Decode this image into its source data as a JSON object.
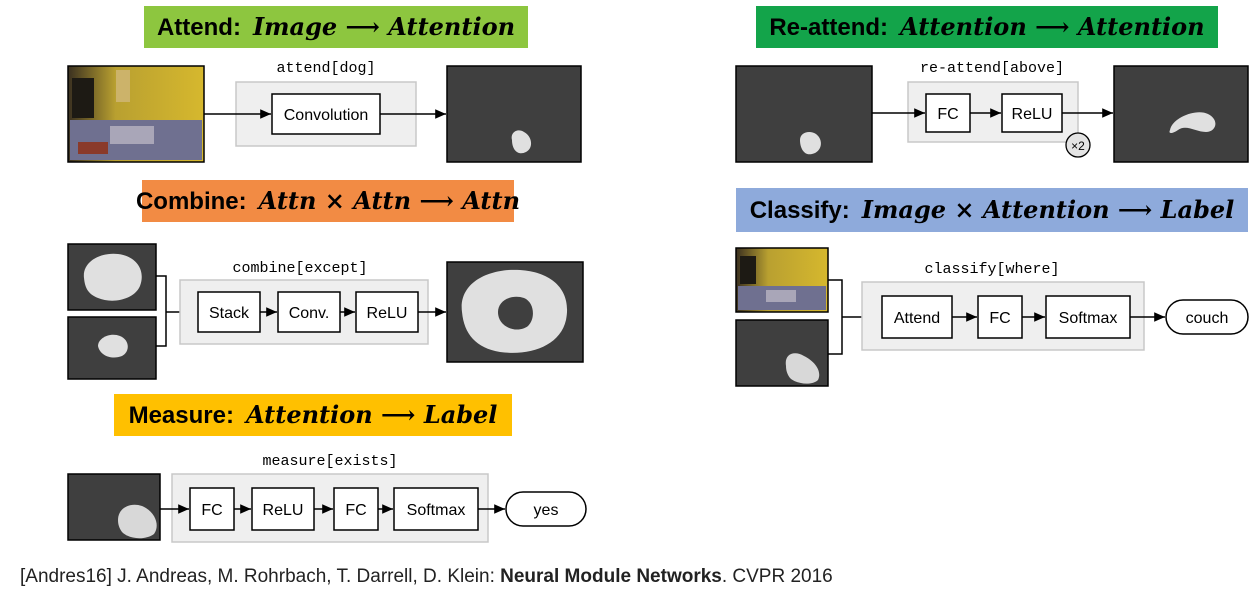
{
  "colors": {
    "attend": "#8dc63f",
    "reattend": "#13a44a",
    "combine": "#f28b44",
    "classify": "#8eaadb",
    "measure": "#ffc000",
    "mask_bg": "#3f3f3f",
    "mask_fg": "#e0e0e0",
    "panel": "#efefef"
  },
  "modules": {
    "attend": {
      "title_lead": "Attend:",
      "title_math": "Image ⟶ Attention",
      "instance": "attend[dog]",
      "blocks": [
        "Convolution"
      ]
    },
    "reattend": {
      "title_lead": "Re-attend:",
      "title_math": "Attention ⟶ Attention",
      "instance": "re-attend[above]",
      "blocks": [
        "FC",
        "ReLU"
      ],
      "repeat": "×2"
    },
    "combine": {
      "title_lead": "Combine:",
      "title_math": "Attn × Attn ⟶ Attn",
      "instance": "combine[except]",
      "blocks": [
        "Stack",
        "Conv.",
        "ReLU"
      ]
    },
    "classify": {
      "title_lead": "Classify:",
      "title_math": "Image × Attention  ⟶ Label",
      "instance": "classify[where]",
      "blocks": [
        "Attend",
        "FC",
        "Softmax"
      ],
      "output": "couch"
    },
    "measure": {
      "title_lead": "Measure:",
      "title_math": "Attention ⟶ Label",
      "instance": "measure[exists]",
      "blocks": [
        "FC",
        "ReLU",
        "FC",
        "Softmax"
      ],
      "output": "yes"
    }
  },
  "citation": {
    "prefix": "[Andres16] J. Andreas, M. Rohrbach, T. Darrell, D. Klein: ",
    "title": "Neural Module Networks",
    "suffix": ". CVPR 2016"
  }
}
